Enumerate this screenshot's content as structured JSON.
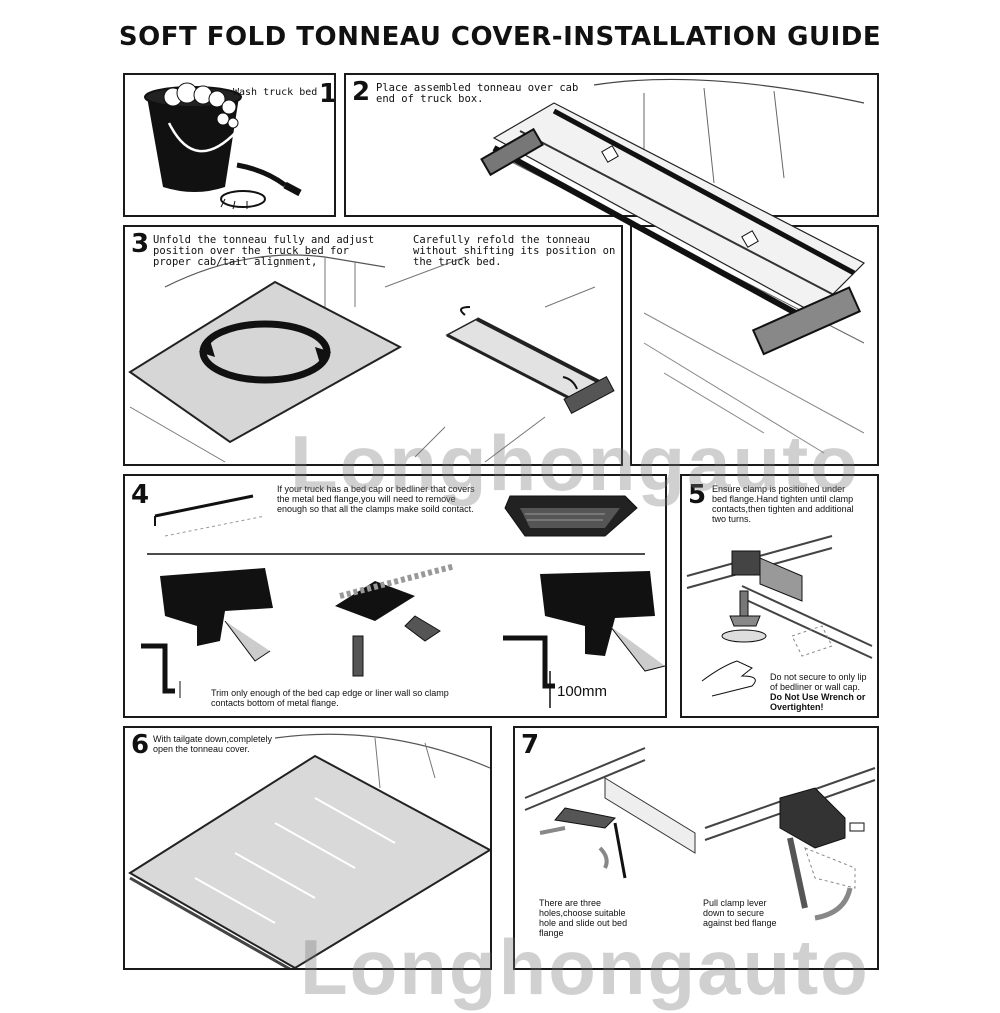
{
  "title": "SOFT FOLD TONNEAU COVER-INSTALLATION GUIDE",
  "watermark": "Longhongauto",
  "steps": {
    "s1": {
      "number": "1",
      "text": "Wash truck bed"
    },
    "s2": {
      "number": "2",
      "text": "Place assembled tonneau over cab\nend of truck box."
    },
    "s3": {
      "number": "3",
      "text": "Unfold the tonneau fully and adjust\nposition over the truck bed for\nproper cab/tail alignment,",
      "text2": "Carefully refold the tonneau\nwithout shifting its position on\nthe truck bed."
    },
    "s4": {
      "number": "4",
      "text": "If your truck has a bed cap or bedliner that covers\nthe metal bed flange,you will need to remove\nenough so that all the clamps make soild contact.",
      "text2": "Trim only enough of the bed cap edge or liner wall so clamp\ncontacts bottom of metal flange.",
      "dimension": "100mm"
    },
    "s5": {
      "number": "5",
      "text": "Ensure clamp is positioned under\nbed flange.Hand tighten until clamp\ncontacts,then tighten and additional\ntwo turns.",
      "note": "Do not secure to only lip\nof bedliner or wall cap.",
      "warning": "Do Not Use Wrench or\nOvertighten!"
    },
    "s6": {
      "number": "6",
      "text": "With tailgate down,completely\nopen the tonneau cover."
    },
    "s7": {
      "number": "7",
      "text": "There are three\nholes,choose suitable\nhole and slide out bed\nflange",
      "text2": "Pull clamp lever\ndown to secure\nagainst bed flange"
    }
  },
  "colors": {
    "ink": "#111111",
    "panel_border": "#1a1a1a",
    "cover_fill": "#d6d6d6",
    "watermark": "#9a9a9a"
  }
}
